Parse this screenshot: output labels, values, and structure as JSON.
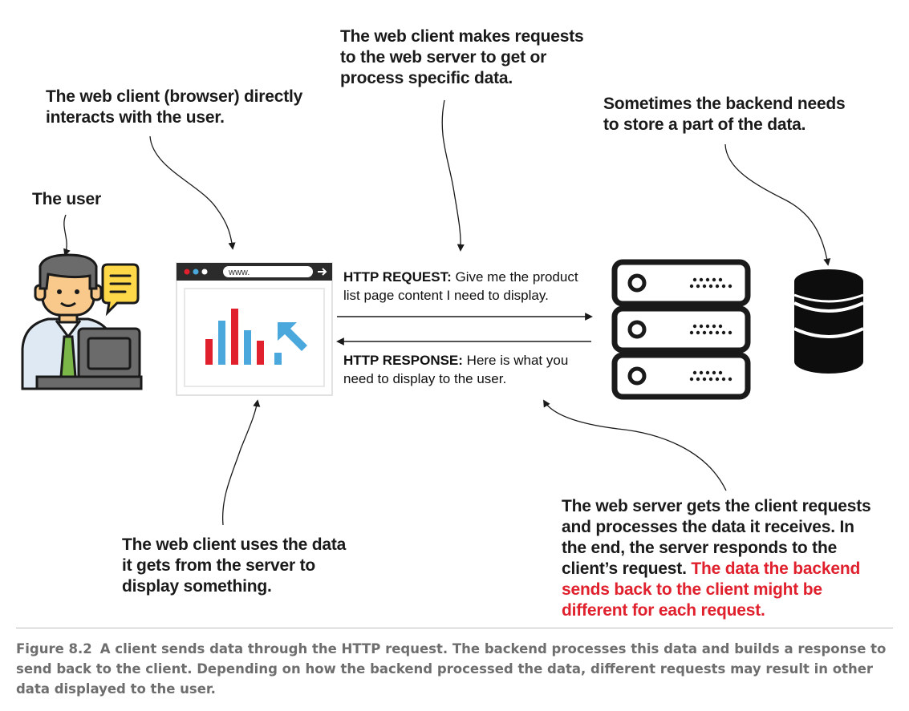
{
  "notes": {
    "user": "The user",
    "browser_line1": "The web client (browser) directly",
    "browser_line2": "interacts with the user.",
    "request_line1": "The web client makes requests",
    "request_line2": "to the web server to get or",
    "request_line3": "process specific data.",
    "storage_line1": "Sometimes the backend needs",
    "storage_line2": "to store a part of the data.",
    "client_use_line1": "The web client uses the data",
    "client_use_line2": "it gets from the server to",
    "client_use_line3": "display something.",
    "server_line1": "The web server gets the client requests",
    "server_line2": "and processes the data it receives. In",
    "server_line3": "the end, the server responds to the",
    "server_line4_black": "client’s request. ",
    "server_line4_red": "The data the backend",
    "server_line5": "sends back to the client might be",
    "server_line6": "different for each request."
  },
  "http": {
    "request_label": "HTTP REQUEST:",
    "request_text1": " Give me the product",
    "request_text2": "list page content I need to display.",
    "response_label": "HTTP RESPONSE:",
    "response_text1": " Here is what you",
    "response_text2": "need to display to the user."
  },
  "browser": {
    "url": "www."
  },
  "caption": {
    "figure": "Figure 8.2",
    "text": "A client sends data through the HTTP request. The backend processes this data and builds a response to send back to the client. Depending on how the backend processed the data, different requests may result in other data displayed to the user."
  },
  "colors": {
    "red": "#e0202c",
    "blue": "#4aa8dc",
    "green": "#7ab648",
    "skin": "#f8c98a",
    "chat": "#ffd84a"
  }
}
